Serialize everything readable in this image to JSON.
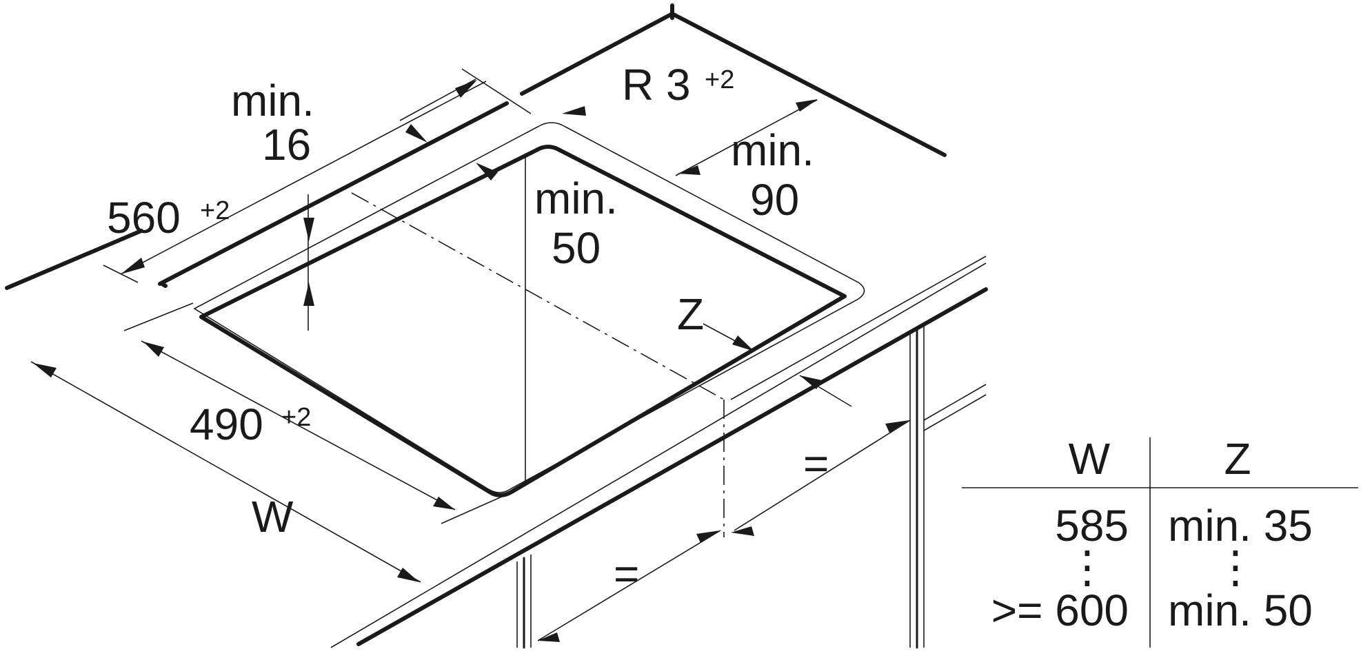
{
  "dimensions": {
    "depth_cutout": {
      "value": "560",
      "tolerance": "+2"
    },
    "width_cutout": {
      "value": "490",
      "tolerance": "+2"
    },
    "corner_radius": {
      "value": "R 3",
      "tolerance": "+2"
    },
    "min_front_line1": "min.",
    "min_front_line2": "16",
    "min_back_line1": "min.",
    "min_back_line2": "90",
    "min_depth_line1": "min.",
    "min_depth_line2": "50",
    "side_gap": "Z",
    "cabinet_width": "W",
    "equal_left": "=",
    "equal_right": "="
  },
  "table": {
    "headers": [
      "W",
      "Z"
    ],
    "rows": [
      {
        "w": "585",
        "z": "min. 35"
      },
      {
        "w": ">= 600",
        "z": "min. 50"
      }
    ],
    "ellipsis": "⋮"
  }
}
